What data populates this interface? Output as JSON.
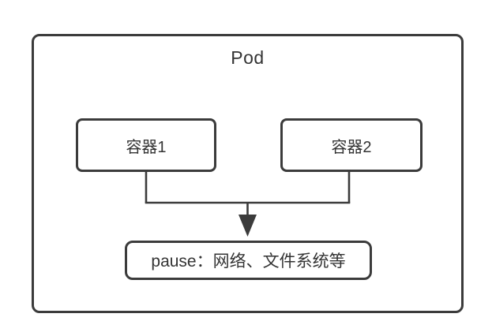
{
  "pod": {
    "label": "Pod"
  },
  "containers": [
    {
      "label": "容器1"
    },
    {
      "label": "容器2"
    }
  ],
  "pause": {
    "label": "pause：网络、文件系统等"
  },
  "colors": {
    "line": "#3b3b3b",
    "text": "#333333",
    "background": "#ffffff"
  }
}
